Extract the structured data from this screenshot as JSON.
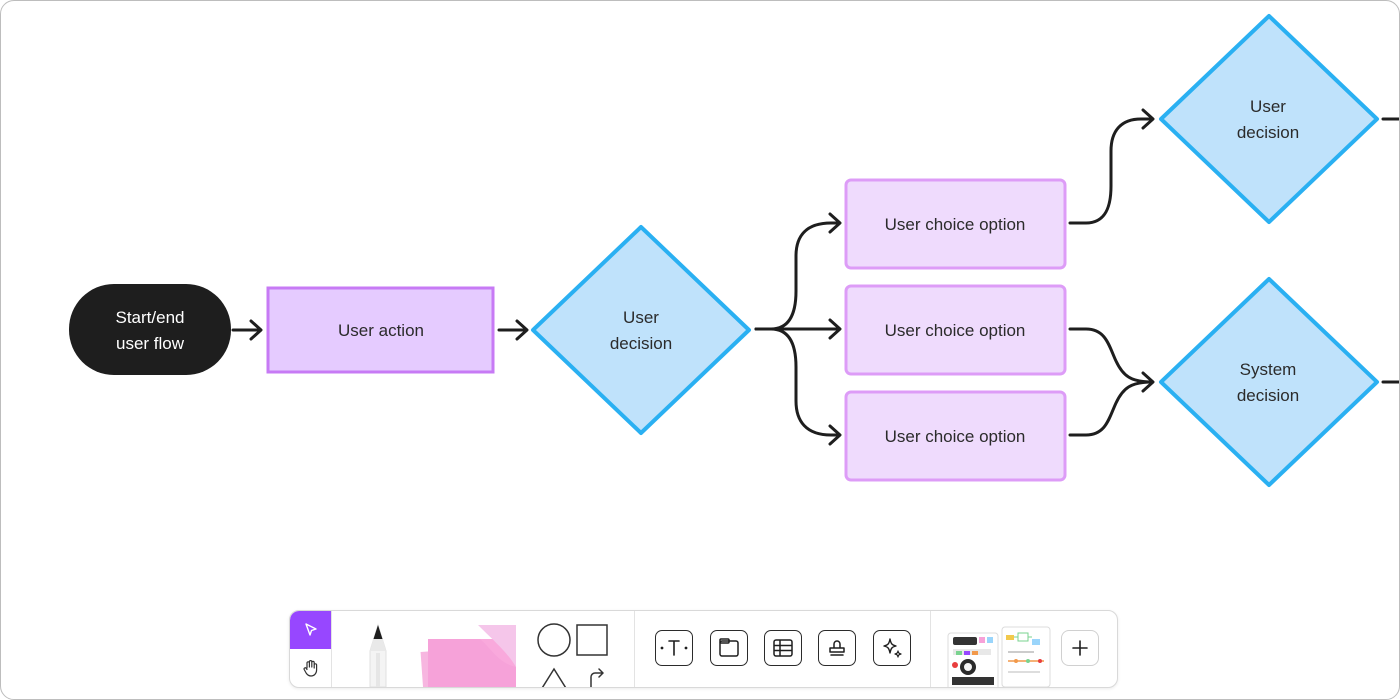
{
  "diagram": {
    "start_node": {
      "line1": "Start/end",
      "line2": "user flow"
    },
    "action_node": {
      "label": "User action"
    },
    "decision_1": {
      "line1": "User",
      "line2": "decision"
    },
    "choice_1": {
      "label": "User choice option"
    },
    "choice_2": {
      "label": "User choice option"
    },
    "choice_3": {
      "label": "User choice option"
    },
    "decision_2": {
      "line1": "User",
      "line2": "decision"
    },
    "decision_3": {
      "line1": "System",
      "line2": "decision"
    }
  },
  "colors": {
    "terminal_fill": "#1e1e1e",
    "process_fill": "#e5cbff",
    "process_stroke": "#c77af5",
    "choice_fill": "#efdbfd",
    "choice_stroke": "#dd9cf7",
    "decision_fill": "#bfe2fb",
    "decision_stroke": "#2ab0f2",
    "connector": "#1e1e1e",
    "toolbar_accent": "#9747ff"
  },
  "toolbar": {
    "modes": [
      "select-cursor-icon",
      "hand-pan-icon"
    ],
    "drawing_tools": [
      "pencil-tool-icon",
      "sticky-note-tool-icon",
      "shapes-tool-icon"
    ],
    "object_tools": [
      "text-tool-icon",
      "section-tool-icon",
      "table-tool-icon",
      "stamp-tool-icon",
      "ai-sparkle-tool-icon"
    ],
    "templates": [
      "jambot-template-icon",
      "flow-template-icon"
    ],
    "more": "plus-icon"
  }
}
